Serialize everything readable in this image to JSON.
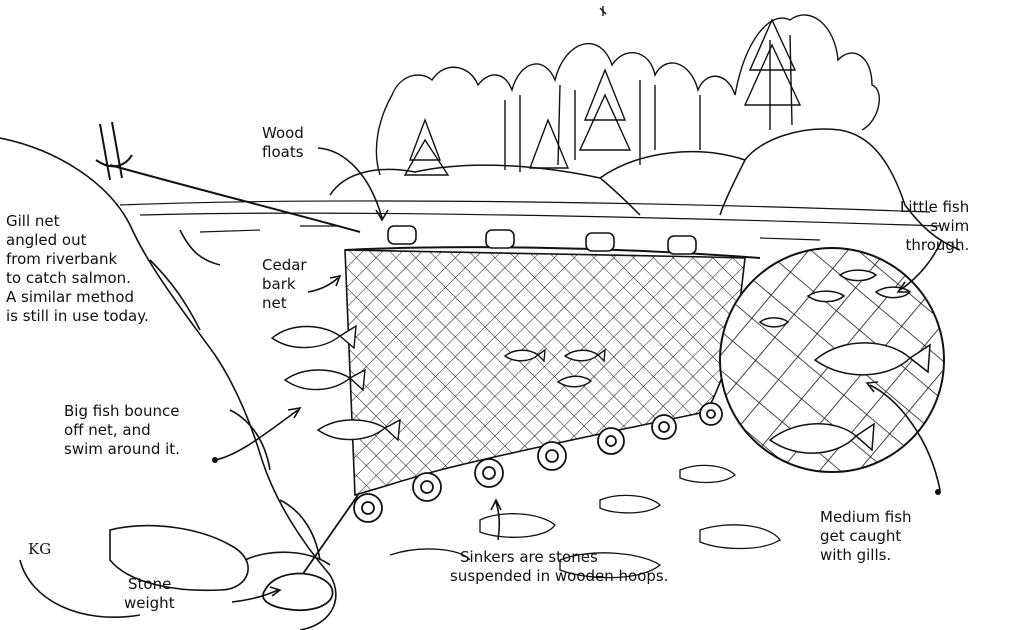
{
  "labels": {
    "gill_net": [
      "Gill net",
      "angled out",
      "from riverbank",
      "to catch salmon.",
      "A similar method",
      "is still in use today."
    ],
    "wood_floats": [
      "Wood",
      "floats"
    ],
    "cedar_bark_net": [
      "Cedar",
      "bark",
      "net"
    ],
    "little_fish": [
      "Little fish",
      "swim",
      "through."
    ],
    "big_fish": [
      "Big fish bounce",
      "off net, and",
      "swim around it."
    ],
    "medium_fish": [
      "Medium fish",
      "get caught",
      "with gills."
    ],
    "sinkers": [
      "Sinkers are stones",
      "suspended in wooden hoops."
    ],
    "stone_weight": [
      "Stone",
      "weight"
    ]
  },
  "signature": "KG",
  "colors": {
    "ink": "#111111",
    "paper": "#ffffff"
  }
}
